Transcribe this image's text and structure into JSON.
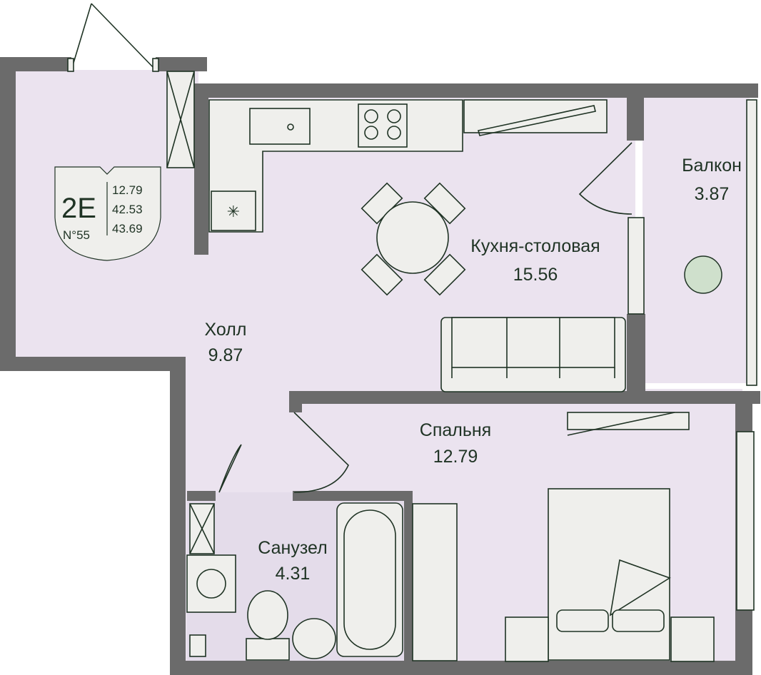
{
  "apartment": {
    "type": "2E",
    "number": "N°55",
    "areas": [
      "12.79",
      "42.53",
      "43.69"
    ]
  },
  "rooms": {
    "balcony": {
      "name": "Балкон",
      "area": "3.87"
    },
    "kitchen": {
      "name": "Кухня-столовая",
      "area": "15.56"
    },
    "hall": {
      "name": "Холл",
      "area": "9.87"
    },
    "bedroom": {
      "name": "Спальня",
      "area": "12.79"
    },
    "bathroom": {
      "name": "Санузел",
      "area": "4.31"
    }
  },
  "colors": {
    "wall": "#6b6b6b",
    "floor": "#ebe3ef",
    "ink": "#1f3324",
    "furniture": "#efefec"
  }
}
